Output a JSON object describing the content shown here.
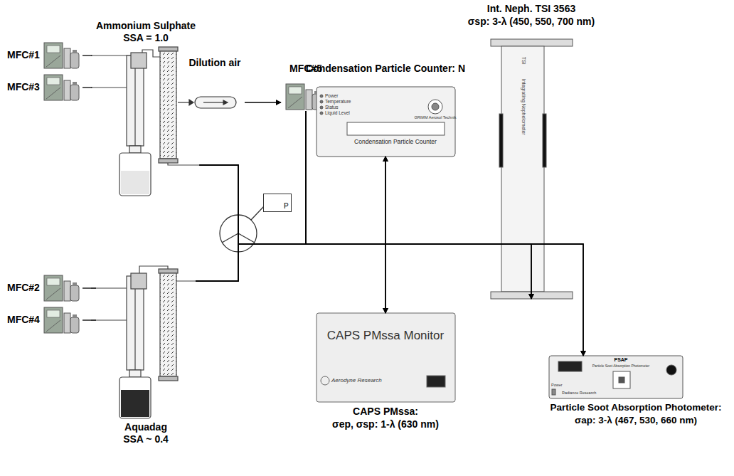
{
  "diagram": {
    "nodes": [
      {
        "text": [
          "Ammonium Sulphate",
          "SSA = 1.0"
        ]
      },
      {
        "text": [
          "MFC#1"
        ]
      },
      {
        "text": [
          "MFC#3"
        ]
      },
      {
        "text": [
          "Dilution air"
        ]
      },
      {
        "text": [
          "MFC#5"
        ]
      },
      {
        "text": [
          "Int. Neph. TSI 3563",
          "σsp: 3-λ (450, 550, 700 nm)",
          "Integrating Nephelometer",
          "TSI"
        ]
      },
      {
        "text": [
          "Condensation Particle Counter: N",
          "Power",
          "Temperature",
          "Status",
          "Liquid Level",
          "Condensation Particle Counter",
          "GRIMM Aerosol Technik"
        ]
      },
      {
        "text": [
          "P"
        ]
      },
      {
        "text": [
          "MFC#2"
        ]
      },
      {
        "text": [
          "MFC#4"
        ]
      },
      {
        "text": [
          "CAPS PMssa Monitor",
          "Aerodyne Research",
          "CAPS PMssa:",
          "σep, σsp: 1-λ (630 nm)"
        ]
      },
      {
        "text": [
          "Power",
          "PSAP",
          "Particle Soot Absorption Photometer",
          "Radiance Research",
          "Particle Soot Absorption Photometer:",
          "σap: 3-λ (467, 530, 660 nm)"
        ]
      },
      {
        "text": [
          "Aquadag",
          "SSA ~ 0.4"
        ]
      }
    ],
    "edges": [
      {
        "from": 1,
        "to": 0,
        "arrow": "none"
      },
      {
        "from": 2,
        "to": 0,
        "arrow": "none"
      },
      {
        "from": 3,
        "to": 4,
        "arrow": "to"
      },
      {
        "from": 8,
        "to": 12,
        "arrow": "none"
      },
      {
        "from": 9,
        "to": 12,
        "arrow": "none"
      },
      {
        "from": 0,
        "to": 6,
        "arrow": "to"
      },
      {
        "from": 0,
        "to": 5,
        "arrow": "to"
      },
      {
        "from": 0,
        "to": 10,
        "arrow": "to"
      },
      {
        "from": 0,
        "to": 11,
        "arrow": "to"
      },
      {
        "from": 12,
        "to": 6,
        "arrow": "to"
      },
      {
        "from": 12,
        "to": 5,
        "arrow": "to"
      },
      {
        "from": 12,
        "to": 10,
        "arrow": "to"
      },
      {
        "from": 12,
        "to": 11,
        "arrow": "to"
      },
      {
        "from": 4,
        "to": 6,
        "arrow": "to"
      },
      {
        "from": 4,
        "to": 5,
        "arrow": "to"
      },
      {
        "from": 4,
        "to": 10,
        "arrow": "to"
      },
      {
        "from": 4,
        "to": 11,
        "arrow": "to"
      }
    ]
  }
}
